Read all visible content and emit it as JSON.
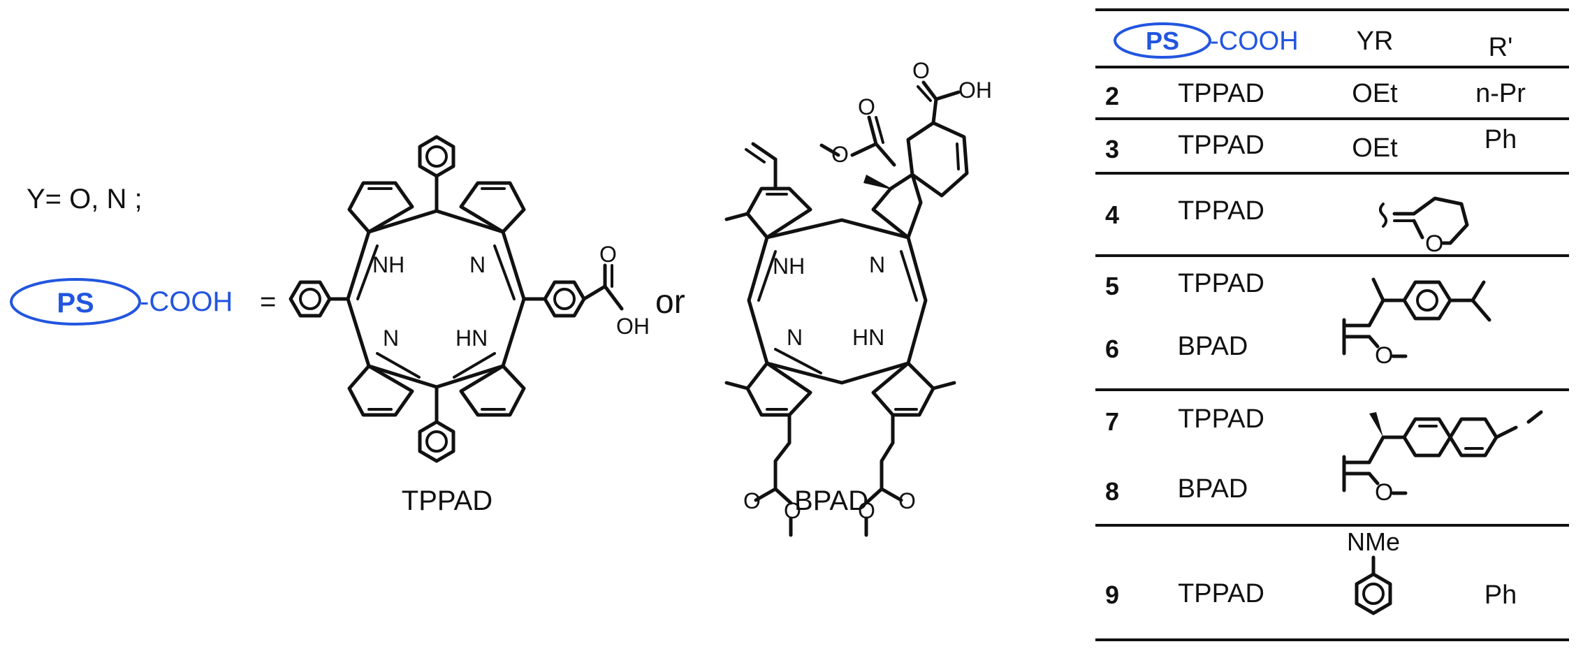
{
  "left": {
    "y_def": "Y= O, N ;",
    "ps_label": "PS",
    "cooh_label": "-COOH",
    "equals": "=",
    "or_label": "or"
  },
  "molecules": {
    "tppad": {
      "name": "TPPAD",
      "nh_top": "NH",
      "n_top": "N",
      "n_bottom": "N",
      "hn_bottom": "HN",
      "o_carbonyl": "O",
      "oh": "OH"
    },
    "bpad": {
      "name": "BPAD",
      "nh_top": "NH",
      "n_top": "N",
      "n_bottom": "N",
      "hn_bottom": "HN",
      "o_ester_top": "O",
      "o_ester_top2": "O",
      "o_acid": "O",
      "oh": "OH",
      "o_left_1": "O",
      "o_left_2": "O",
      "o_right_1": "O",
      "o_right_2": "O"
    }
  },
  "table": {
    "header": {
      "ps_label": "PS",
      "cooh_label": "-COOH",
      "yr": "YR",
      "rprime": "R'"
    },
    "rows": [
      {
        "num": "2",
        "ps": "TPPAD",
        "yr": "OEt",
        "rprime": "n-Pr"
      },
      {
        "num": "3",
        "ps": "TPPAD",
        "yr": "OEt",
        "rprime": "Ph"
      },
      {
        "num": "4",
        "ps": "TPPAD",
        "struct_o": "O"
      },
      {
        "num": "5",
        "ps": "TPPAD"
      },
      {
        "num": "6",
        "ps": "BPAD",
        "struct_o": "O"
      },
      {
        "num": "7",
        "ps": "TPPAD"
      },
      {
        "num": "8",
        "ps": "BPAD",
        "struct_o": "O"
      },
      {
        "num": "9",
        "ps": "TPPAD",
        "yr": "NMe",
        "rprime": "Ph"
      }
    ]
  }
}
